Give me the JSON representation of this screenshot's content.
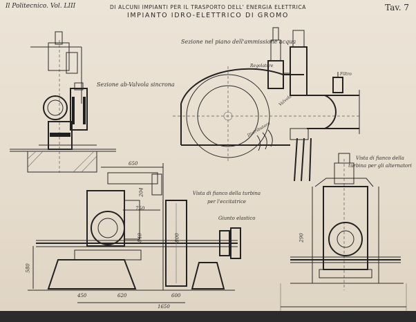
{
  "header": {
    "journal": "Il Politecnico. Vol. LIII",
    "series_title": "DI ALCUNI IMPIANTI PER IL TRASPORTO DELL' ENERGIA ELETTRICA",
    "plant_title": "IMPIANTO IDRO-ELETTRICO DI GROMO",
    "plate_number": "Tav. 7"
  },
  "views": {
    "valve_section": "Sezione ab-Valvola sincrona",
    "intake_section": "Sezione nel piano dell'ammissione acqua",
    "side_exciter": "Vista di fianco della turbina per l'eccitatrice",
    "side_alternator": "Vista di fianco della turbina per gli alternatori",
    "elastic_joint": "Giunto elastico"
  },
  "part_labels": {
    "regolatore": "Regolatore",
    "filtro": "Filtro",
    "valvola": "Valvola",
    "distributore": "Distributore"
  },
  "dimensions": {
    "d650": "650",
    "d204": "204",
    "d750": "750",
    "d840": "840",
    "d800": "800",
    "d580": "580",
    "d450": "450",
    "d620": "620",
    "d600": "600",
    "d1650": "1650",
    "d290": "290"
  },
  "colors": {
    "paper": "#e7ded0",
    "ink": "#2a2a2a"
  }
}
